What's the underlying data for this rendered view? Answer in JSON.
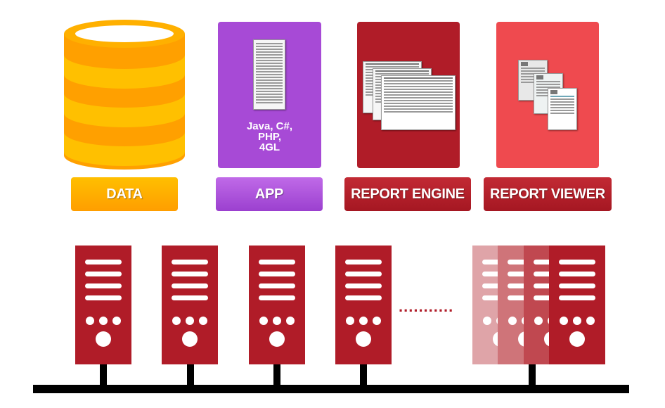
{
  "components": {
    "data_label": "DATA",
    "app_label": "APP",
    "engine_label": "REPORT ENGINE",
    "viewer_label": "REPORT VIEWER",
    "app_languages": [
      "Java, C#,",
      "PHP,",
      "4GL"
    ]
  },
  "colors": {
    "data": "#ffa500",
    "app": "#a74ad6",
    "engine": "#b01c28",
    "viewer": "#ef4a4f",
    "server": "#b01c28",
    "bus": "#000000"
  },
  "servers": {
    "ellipsis": "..........."
  }
}
